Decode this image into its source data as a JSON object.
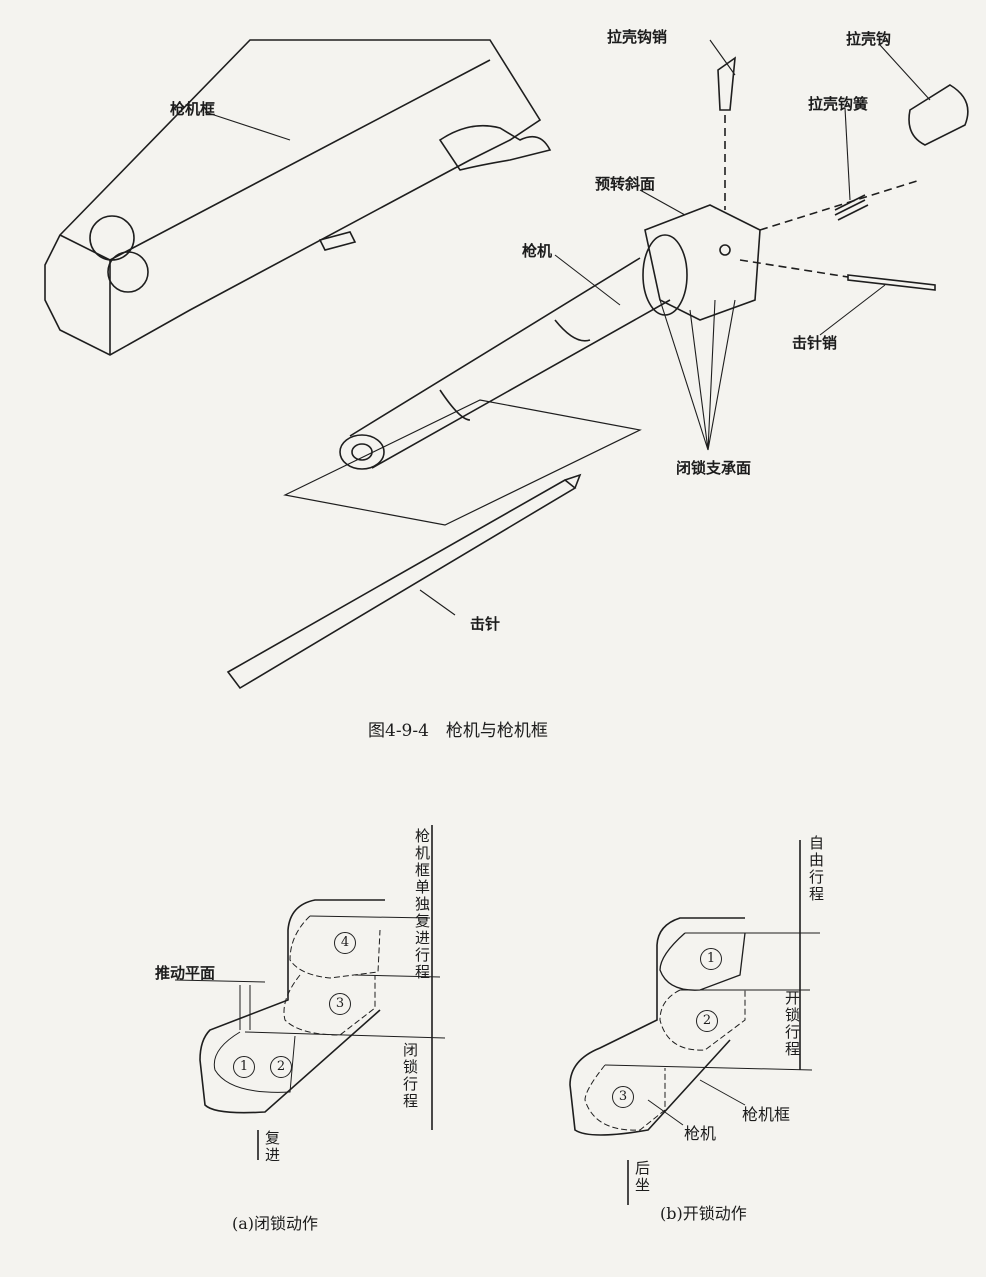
{
  "figure_top": {
    "labels": {
      "bolt_carrier": "枪机框",
      "extractor_pin": "拉壳钩销",
      "extractor": "拉壳钩",
      "extractor_spring": "拉壳钩簧",
      "pre_rotation_ramp": "预转斜面",
      "bolt": "枪机",
      "firing_pin_retainer": "击针销",
      "locking_lug_surfaces": "闭锁支承面",
      "firing_pin": "击针"
    },
    "caption": "图4-9-4　枪机与枪机框"
  },
  "figure_a": {
    "push_surface": "推动平面",
    "carrier_free_travel": "枪机框单独复进行程",
    "locking_travel": "闭锁行程",
    "direction": "复进",
    "positions": [
      "1",
      "2",
      "3",
      "4"
    ],
    "caption": "(a)闭锁动作"
  },
  "figure_b": {
    "free_travel": "自由行程",
    "unlocking_travel": "开锁行程",
    "bolt_carrier": "枪机框",
    "bolt": "枪机",
    "direction": "后坐",
    "positions": [
      "1",
      "2",
      "3"
    ],
    "caption": "(b)开锁动作"
  }
}
